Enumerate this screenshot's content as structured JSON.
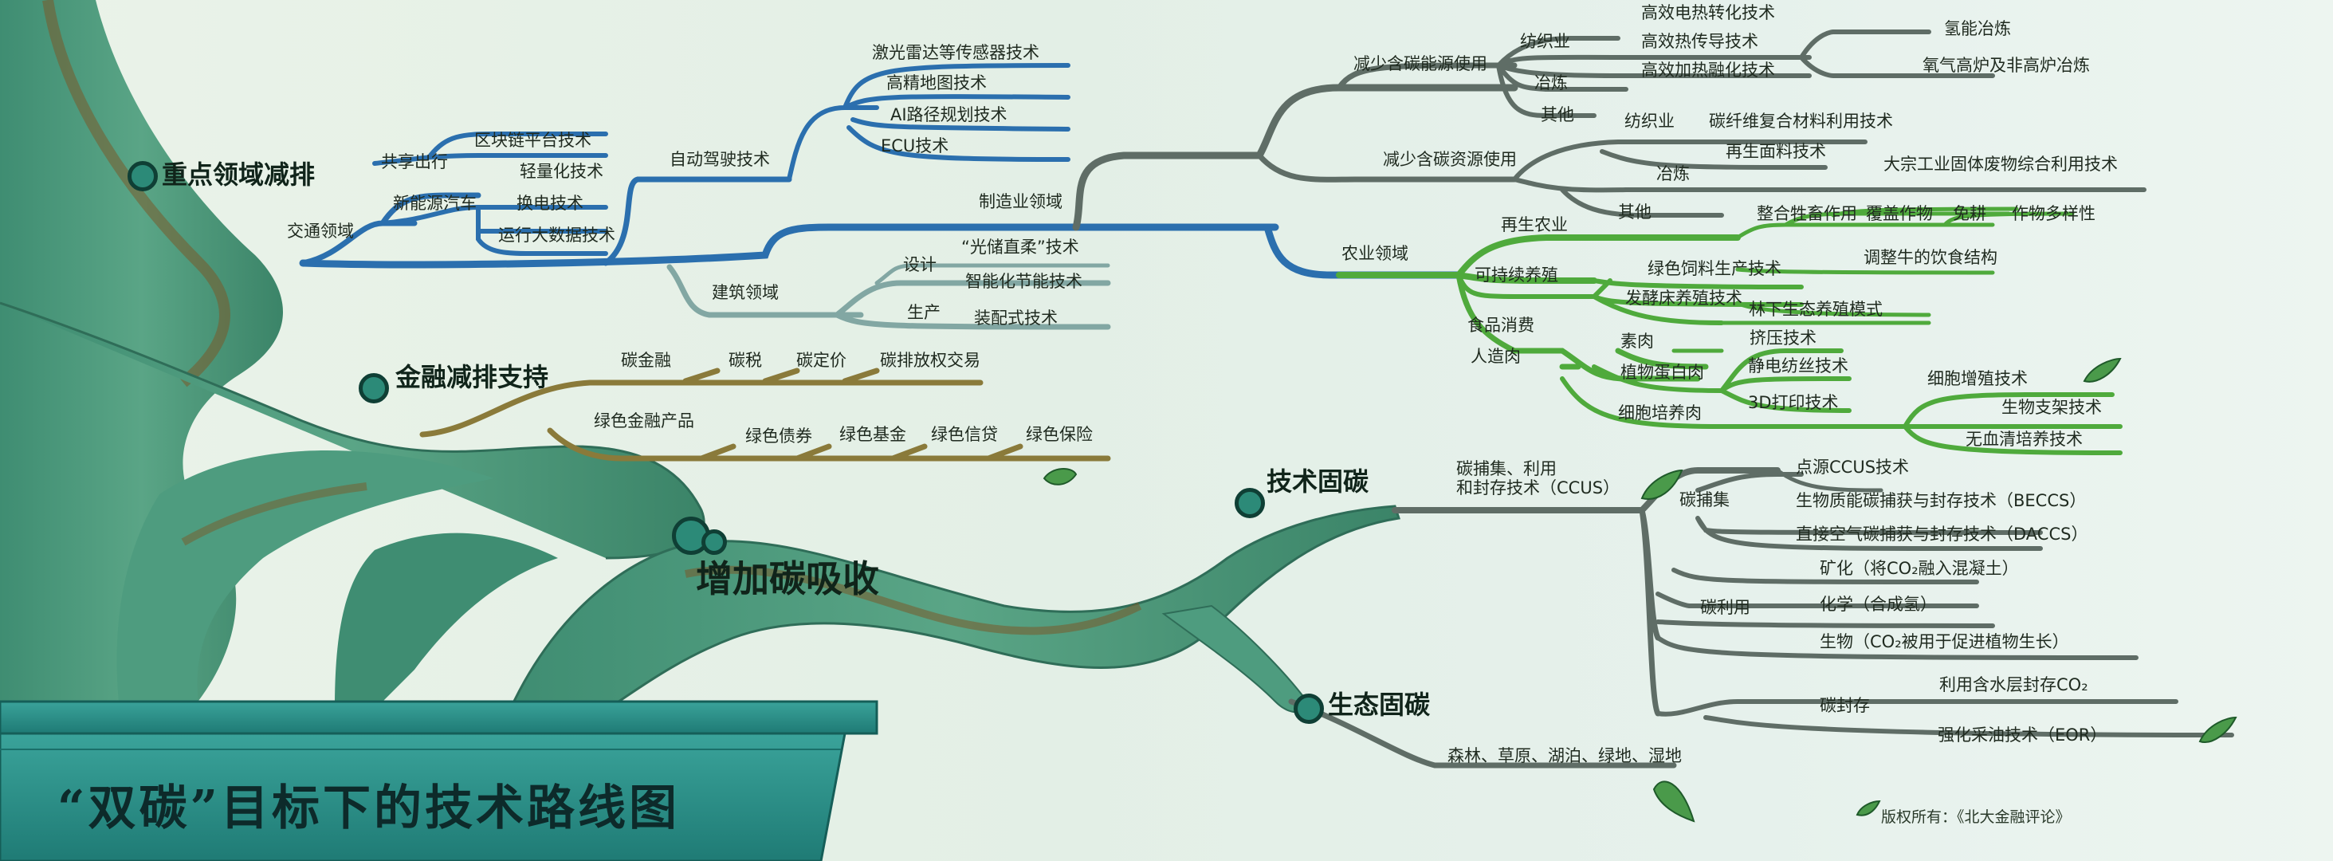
{
  "title": "“双碳”目标下的技术路线图",
  "copyright": "版权所有：《北大金融评论》",
  "colors": {
    "blue": "#2b6fae",
    "green": "#4faa3c",
    "gray": "#5f6d66",
    "olive": "#8a7a3a",
    "trunk": "#4d9a7e",
    "pot": "#2a8f88"
  },
  "categories": {
    "focus": "重点领域减排",
    "finance": "金融减排支持",
    "absorb": "增加碳吸收",
    "tech": "技术固碳",
    "eco": "生态固碳"
  },
  "transport": {
    "label": "交通领域",
    "sharing": "共享出行",
    "blockchain": "区块链平台技术",
    "nev": "新能源汽车",
    "lightweight": "轻量化技术",
    "battery_swap": "换电技术",
    "bigdata": "运行大数据技术",
    "autonomous": "自动驾驶技术",
    "lidar": "激光雷达等传感器技术",
    "hdmap": "高精地图技术",
    "ai_path": "AI路径规划技术",
    "ecu": "ECU技术"
  },
  "building": {
    "label": "建筑领域",
    "design": "设计",
    "pv": "“光储直柔”技术",
    "smart": "智能化节能技术",
    "production": "生产",
    "prefab": "装配式技术"
  },
  "manufacturing": {
    "label": "制造业领域",
    "reduce_energy": "减少含碳能源使用",
    "textile": "纺织业",
    "elec_heat": "高效电热转化技术",
    "heat_transfer": "高效热传导技术",
    "heat_melt": "高效加热融化技术",
    "smelting": "冶炼",
    "hydrogen": "氢能冶炼",
    "oxygen_furnace": "氧气高炉及非高炉冶炼",
    "other": "其他",
    "reduce_resource": "减少含碳资源使用",
    "textile2": "纺织业",
    "fiber": "碳纤维复合材料利用技术",
    "recycled": "再生面料技术",
    "smelting2": "冶炼",
    "solid_waste": "大宗工业固体废物综合利用技术",
    "other2": "其他"
  },
  "agriculture": {
    "label": "农业领域",
    "regen": "再生农业",
    "integrate": "整合牲畜作用",
    "cover": "覆盖作物",
    "notill": "免耕",
    "diversity": "作物多样性",
    "sustainable": "可持续养殖",
    "green_feed": "绿色饲料生产技术",
    "diet": "调整牛的饮食结构",
    "ferment": "发酵床养殖技术",
    "forest": "林下生态养殖模式",
    "food": "食品消费",
    "artificial_meat": "人造肉",
    "vegetarian": "素肉",
    "plant_protein": "植物蛋白肉",
    "extrusion": "挤压技术",
    "spinning": "静电纺丝技术",
    "print3d": "3D打印技术",
    "cell_meat": "细胞培养肉",
    "cell_prolif": "细胞增殖技术",
    "scaffold": "生物支架技术",
    "serumfree": "无血清培养技术"
  },
  "finance": {
    "carbon_finance": "碳金融",
    "tax": "碳税",
    "pricing": "碳定价",
    "trading": "碳排放权交易",
    "green_products": "绿色金融产品",
    "bond": "绿色债券",
    "fund": "绿色基金",
    "credit": "绿色信贷",
    "insurance": "绿色保险"
  },
  "ccus": {
    "label1": "碳捕集、利用",
    "label2": "和封存技术（CCUS）",
    "capture": "碳捕集",
    "point": "点源CCUS技术",
    "beccs": "生物质能碳捕获与封存技术（BECCS）",
    "daccs": "直接空气碳捕获与封存技术（DACCS）",
    "utilize": "碳利用",
    "mineral": "矿化（将CO₂融入混凝土）",
    "chemical": "化学（合成氢）",
    "bio": "生物（CO₂被用于促进植物生长）",
    "storage": "碳封存",
    "aquifer": "利用含水层封存CO₂",
    "eor": "强化采油技术（EOR）"
  },
  "eco": {
    "ecosystems": "森林、草原、湖泊、绿地、湿地"
  }
}
